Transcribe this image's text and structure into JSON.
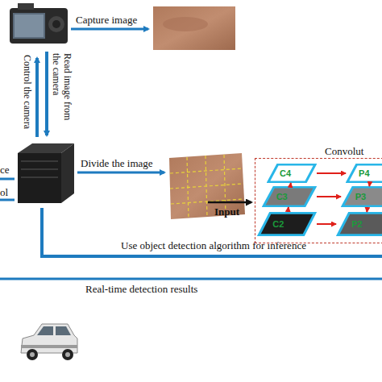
{
  "diagram": {
    "nodes": [
      {
        "text": [
          "Convolut"
        ]
      },
      {
        "text": [
          "C4"
        ],
        "in": 0
      },
      {
        "text": [
          "C3"
        ],
        "in": 0
      },
      {
        "text": [
          "C2"
        ],
        "in": 0
      },
      {
        "text": [
          "P4"
        ],
        "in": 0
      },
      {
        "text": [
          "P3"
        ],
        "in": 0
      },
      {
        "text": [
          "P2"
        ],
        "in": 0
      }
    ],
    "edges": [
      {
        "from": 3,
        "to": 2,
        "arrow": "to"
      },
      {
        "from": 2,
        "to": 1,
        "arrow": "to"
      },
      {
        "from": 1,
        "to": 4,
        "arrow": "to"
      },
      {
        "from": 2,
        "to": 5,
        "arrow": "to"
      },
      {
        "from": 3,
        "to": 6,
        "arrow": "to"
      },
      {
        "from": 4,
        "to": 5,
        "arrow": "to"
      },
      {
        "from": 5,
        "to": 6,
        "arrow": "to"
      }
    ],
    "labels": [
      "Capture image",
      "Control the camera",
      "Read image from the camera",
      "ce",
      "ol",
      "Divide the image",
      "Input",
      "Use object detection algorithm for inference",
      "Real-time detection results"
    ]
  }
}
